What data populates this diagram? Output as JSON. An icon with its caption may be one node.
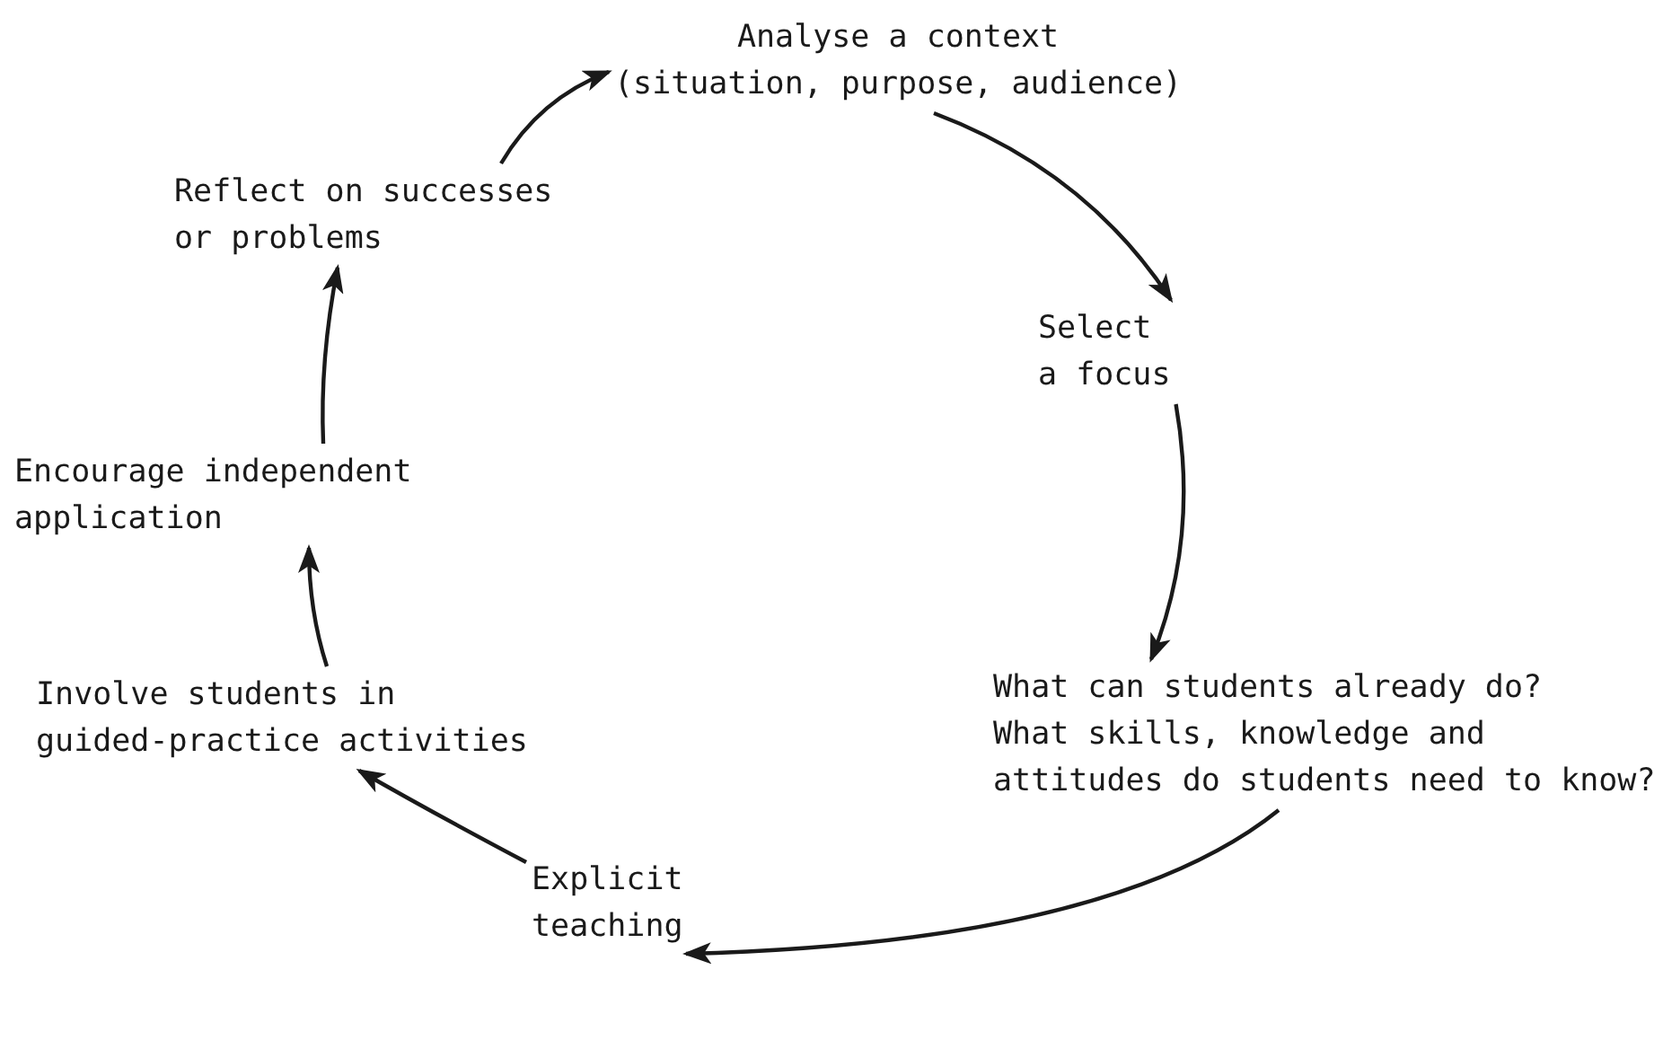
{
  "diagram": {
    "nodes": [
      {
        "text": [
          "Analyse a context (situation, purpose, audience)"
        ]
      },
      {
        "text": [
          "Select a focus"
        ]
      },
      {
        "text": [
          "What can students already do? What skills, knowledge and attitudes do students need to know?"
        ]
      },
      {
        "text": [
          "Explicit teaching"
        ]
      },
      {
        "text": [
          "Involve students in guided-practice activities"
        ]
      },
      {
        "text": [
          "Encourage independent application"
        ]
      },
      {
        "text": [
          "Reflect on successes or problems"
        ]
      }
    ],
    "edges": [
      {
        "from": 0,
        "to": 1,
        "arrow": "to"
      },
      {
        "from": 1,
        "to": 2,
        "arrow": "to"
      },
      {
        "from": 2,
        "to": 3,
        "arrow": "to"
      },
      {
        "from": 3,
        "to": 4,
        "arrow": "to"
      },
      {
        "from": 4,
        "to": 5,
        "arrow": "to"
      },
      {
        "from": 5,
        "to": 6,
        "arrow": "to"
      },
      {
        "from": 6,
        "to": 0,
        "arrow": "to"
      }
    ]
  }
}
